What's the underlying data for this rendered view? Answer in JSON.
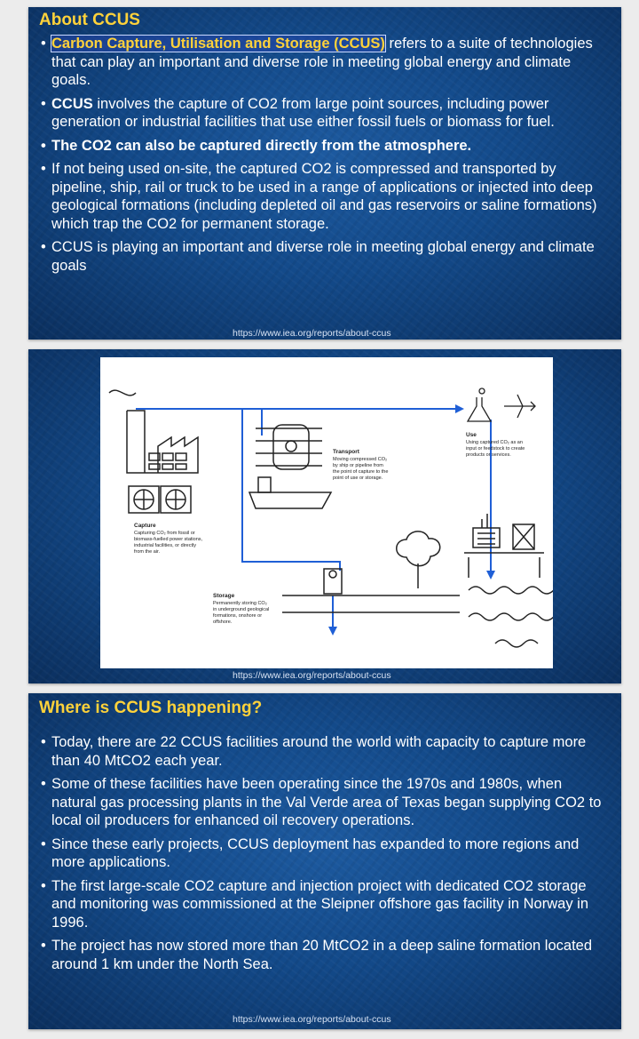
{
  "slide1": {
    "title": "About CCUS",
    "b1_highlight": "Carbon Capture, Utilisation and Storage (CCUS)",
    "b1_rest": " refers to a suite of technologies that can play an important and diverse role in meeting global energy and climate goals.",
    "b2_bold": "CCUS",
    "b2_rest": " involves the capture of CO2 from large point sources, including power generation or industrial facilities that use either fossil fuels or biomass for fuel.",
    "b3": "The CO2 can also be captured directly from the atmosphere.",
    "b4": "If not being used on-site, the captured CO2 is compressed and transported by pipeline, ship, rail or truck to be used in a range of applications or injected into deep geological formations (including depleted oil and gas reservoirs or saline formations) which trap the CO2 for permanent storage.",
    "b5": "CCUS is playing an important and diverse role in meeting global energy and climate goals",
    "source": "https://www.iea.org/reports/about-ccus"
  },
  "slide2": {
    "capture_title": "Capture",
    "capture_text": [
      "Capturing CO₂ from fossil or",
      "biomass-fuelled power stations,",
      "industrial facilities, or directly",
      "from the air."
    ],
    "transport_title": "Transport",
    "transport_text": [
      "Moving compressed CO₂",
      "by ship or pipeline from",
      "the point of capture to the",
      "point of use or storage."
    ],
    "use_title": "Use",
    "use_text": [
      "Using captured CO₂ as an",
      "input or feedstock to create",
      "products or services."
    ],
    "storage_title": "Storage",
    "storage_text": [
      "Permanently storing CO₂",
      "in underground geological",
      "formations, onshore or",
      "offshore."
    ],
    "source": "https://www.iea.org/reports/about-ccus",
    "colors": {
      "arrow": "#1f5fd6",
      "line": "#222222"
    }
  },
  "slide3": {
    "title": "Where is CCUS happening?",
    "bullets": [
      "Today, there are 22 CCUS facilities around the world with capacity to capture more than 40 MtCO2 each year.",
      "Some of these facilities have been operating since the 1970s and 1980s, when natural gas processing plants in the Val Verde area of Texas began supplying CO2 to local oil producers for enhanced oil recovery operations.",
      "Since these early projects, CCUS deployment has expanded to more regions and more applications.",
      "The first large-scale CO2 capture and injection project with dedicated CO2 storage and monitoring was commissioned at the Sleipner offshore gas facility in Norway in 1996.",
      "The project has now stored more than 20 MtCO2 in a deep saline formation located around 1 km under the North Sea."
    ],
    "source": "https://www.iea.org/reports/about-ccus"
  },
  "colors": {
    "title": "#ffd23a",
    "text": "#ffffff",
    "slide_bg": "#134a8a"
  }
}
